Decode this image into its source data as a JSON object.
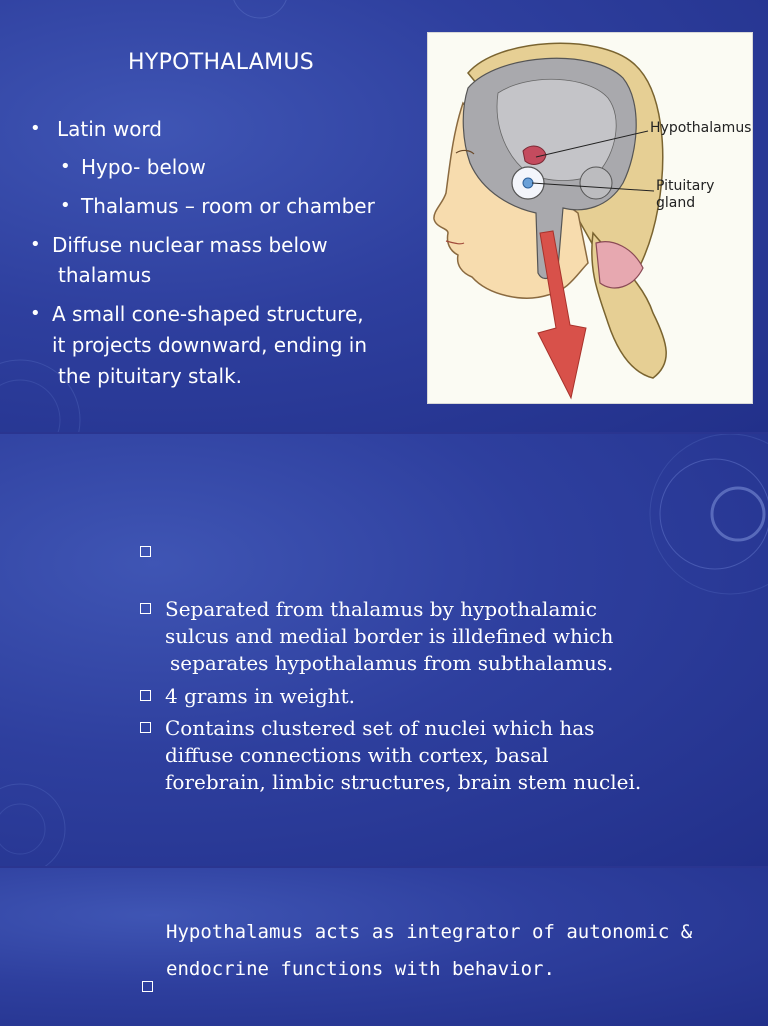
{
  "slide1": {
    "title": "HYPOTHALAMUS",
    "bullets": {
      "b1": "Latin word",
      "b1a": "Hypo- below",
      "b1b": "Thalamus – room or chamber",
      "b2_line1": "Diffuse nuclear mass below",
      "b2_line2": "thalamus",
      "b3_line1": "A small cone-shaped structure,",
      "b3_line2": "it projects downward, ending in",
      "b3_line3": "the pituitary stalk."
    },
    "figure": {
      "label_hypothalamus": "Hypothalamus",
      "label_pituitary": "Pituitary\ngland"
    }
  },
  "slide2": {
    "items": {
      "i2_l1": "Separated from thalamus by hypothalamic",
      "i2_l2": "sulcus and medial border is illdefined which",
      "i2_l3": "separates hypothalamus from subthalamus.",
      "i3": "4 grams in weight.",
      "i4_l1": "Contains clustered set of nuclei which has",
      "i4_l2": "diffuse connections with cortex, basal",
      "i4_l3": "forebrain, limbic structures, brain stem nuclei."
    }
  },
  "slide3": {
    "line1": "Hypothalamus acts as integrator of autonomic &",
    "line2": "endocrine functions with behavior."
  },
  "colors": {
    "background": "#2e3f9e",
    "text": "#ffffff",
    "arrow": "#d8514a",
    "hypothalamus_marker": "#c44b5e"
  }
}
